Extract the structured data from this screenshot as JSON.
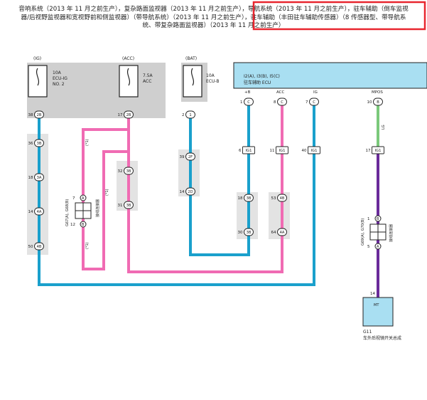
{
  "title": {
    "line1": "音响系统（2013 年 11 月之前生产），复杂路面监视器（2013 年 11 月之前生产），导航系统（2013 年 11 月之前生产），驻车辅助（倒车监视",
    "line2": "器/后视野监视器和宽视野前和侧监视器）（带导航系统）（2013 年 11 月之前生产），驻车辅助（丰田驻车辅助传感器）（8 传感器型、带导航系",
    "line3": "统、带复杂路面监视器）（2013 年 11 月之前生产）"
  },
  "highlight_color": "#e8262f",
  "colors": {
    "pink": "#f06bb3",
    "blue": "#1aa0cc",
    "green": "#7bc97b",
    "purple": "#6a2b9a",
    "ecu": "#a9dff2",
    "shade": "#cfcfcf"
  },
  "fuses": {
    "ig": {
      "source": "(IG)",
      "rating": "10A",
      "name1": "ECU-IG",
      "name2": "NO. 2"
    },
    "acc": {
      "source": "(ACC)",
      "rating": "7.5A",
      "name1": "ACC",
      "name2": ""
    },
    "bat": {
      "source": "(BAT)",
      "rating": "10A",
      "name1": "ECU-B",
      "name2": ""
    }
  },
  "ecu": {
    "line1": "I2(A), I3(B), I5(C)",
    "line2": "驻车辅助 ECU",
    "pins": [
      {
        "label": "+B",
        "num": "1",
        "conn": "C"
      },
      {
        "label": "ACC",
        "num": "8",
        "conn": "C"
      },
      {
        "label": "IG",
        "num": "7",
        "conn": "C"
      },
      {
        "label": "MPOS",
        "num": "10",
        "conn": "B"
      }
    ]
  },
  "junctions": {
    "left_col": [
      {
        "num": "38",
        "conn": "2B"
      },
      {
        "num": "36",
        "conn": "3B"
      },
      {
        "num": "18",
        "conn": "3A"
      },
      {
        "num": "14",
        "conn": "4A"
      },
      {
        "num": "50",
        "conn": "4B"
      }
    ],
    "acc_col": [
      {
        "num": "17",
        "conn": "2B"
      },
      {
        "num": "32",
        "conn": "3B"
      },
      {
        "num": "31",
        "conn": "3B"
      }
    ],
    "bat_col": [
      {
        "num": "2",
        "conn": "1"
      },
      {
        "num": "39",
        "conn": "2F"
      },
      {
        "num": "14",
        "conn": "2D"
      }
    ],
    "ecu_side": [
      {
        "num": "6",
        "conn": "IG1"
      },
      {
        "num": "11",
        "conn": "IG1"
      },
      {
        "num": "40",
        "conn": "IG1"
      },
      {
        "num": "17",
        "conn": "IG1"
      }
    ],
    "mid_lower": [
      {
        "num": "18",
        "conn": "3B"
      },
      {
        "num": "30",
        "conn": "3B"
      },
      {
        "num": "53",
        "conn": "4B"
      },
      {
        "num": "64",
        "conn": "4A"
      }
    ]
  },
  "junction_blocks": {
    "left": {
      "id": "G67(A), G68(B)",
      "desc": "接线连接器",
      "pin_top": "7",
      "conn_top": "A",
      "pin_bottom": "12",
      "conn_bottom": "B"
    },
    "right": {
      "id": "G69(A), G70(B)",
      "desc": "接线连接器",
      "pin_top": "1",
      "conn_top": "B",
      "pin_bottom": "5",
      "conn_bottom": "A"
    }
  },
  "wire_notes": {
    "w1": "(*1)",
    "w2": "(*1)",
    "w3": "(*1)",
    "lg": "LG"
  },
  "switch": {
    "pin": "14",
    "code": "G11",
    "name": "车外后视镜开关总成",
    "tag": "MT"
  }
}
